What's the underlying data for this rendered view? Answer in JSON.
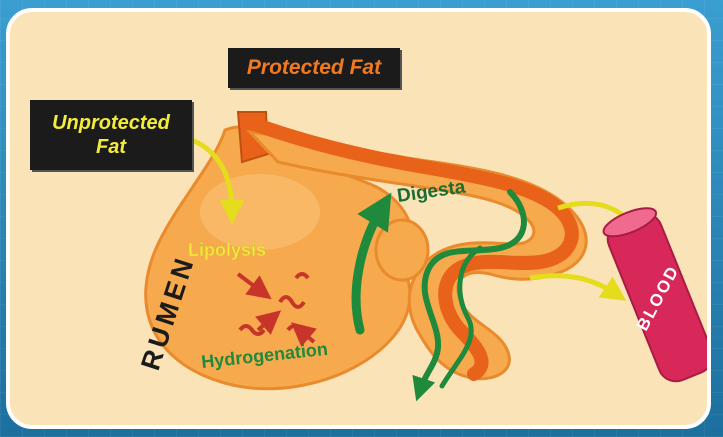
{
  "labels": {
    "protected_fat": "Protected Fat",
    "unprotected_fat_line1": "Unprotected",
    "unprotected_fat_line2": "Fat",
    "rumen": "RUMEN",
    "lipolysis": "Lipolysis",
    "digesta": "Digesta",
    "hydrogenation": "Hydrogenation",
    "blood": "BLOOD"
  },
  "colors": {
    "background_blue": "#1f7fb0",
    "panel": "#fbe3b8",
    "stomach_orange": "#f7a94e",
    "protected_fat_flow": "#e8621a",
    "digesta_green": "#1f8a3c",
    "absorption_yellow": "#f1ea2c",
    "blood_red": "#d8285a",
    "label_box": "#1b1b1b"
  },
  "icons": [
    "arrow-icon",
    "fat-molecule-icon"
  ]
}
